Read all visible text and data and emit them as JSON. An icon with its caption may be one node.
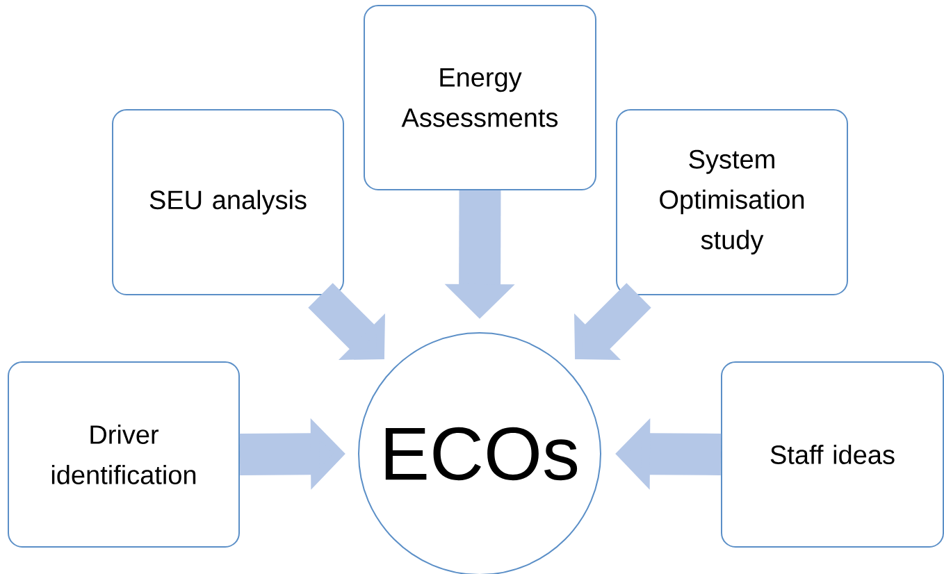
{
  "diagram": {
    "nodes": [
      {
        "text": [
          "Energy Assessments"
        ]
      },
      {
        "text": [
          "SEU analysis"
        ]
      },
      {
        "text": [
          "System Optimisation study"
        ]
      },
      {
        "text": [
          "Driver identification"
        ]
      },
      {
        "text": [
          "ECOs"
        ]
      },
      {
        "text": [
          "Staff ideas"
        ]
      }
    ],
    "edges": [
      {
        "from": 0,
        "to": 4,
        "arrow": "to"
      },
      {
        "from": 1,
        "to": 4,
        "arrow": "to"
      },
      {
        "from": 2,
        "to": 4,
        "arrow": "to"
      },
      {
        "from": 3,
        "to": 4,
        "arrow": "to"
      },
      {
        "from": 5,
        "to": 4,
        "arrow": "to"
      }
    ]
  }
}
